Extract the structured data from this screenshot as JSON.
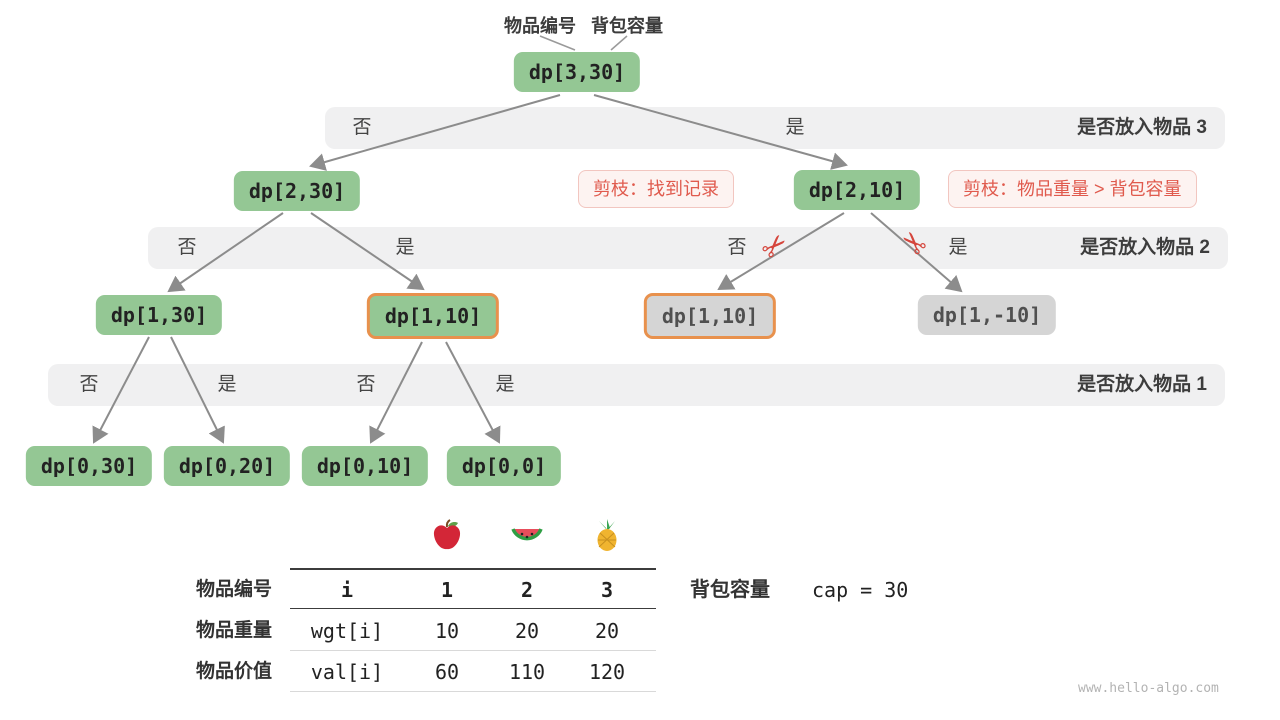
{
  "page": {
    "watermark": "www.hello-algo.com"
  },
  "colors": {
    "node_green": "#94c794",
    "node_gray": "#d5d5d5",
    "highlight_orange": "#e8914d",
    "prune_red": "#e05a4d",
    "band_gray": "#f0f0f1",
    "arrow_gray": "#8c8c8c"
  },
  "icons": {
    "scissors": "✂"
  },
  "pointers": {
    "item_index_label": "物品编号",
    "capacity_label": "背包容量"
  },
  "tree": {
    "root": {
      "label": "dp[3,30]"
    },
    "levels": {
      "l1": [
        {
          "label": "dp[2,30]"
        },
        {
          "label": "dp[2,10]"
        }
      ],
      "l2": [
        {
          "label": "dp[1,30]"
        },
        {
          "label": "dp[1,10]"
        },
        {
          "label": "dp[1,10]"
        },
        {
          "label": "dp[1,-10]"
        }
      ],
      "l3": [
        {
          "label": "dp[0,30]"
        },
        {
          "label": "dp[0,20]"
        },
        {
          "label": "dp[0,10]"
        },
        {
          "label": "dp[0,0]"
        }
      ]
    },
    "bands": [
      {
        "question": "是否放入物品 3",
        "choices": [
          "否",
          "是"
        ]
      },
      {
        "question": "是否放入物品 2",
        "choices": [
          "否",
          "是",
          "否",
          "是"
        ]
      },
      {
        "question": "是否放入物品 1",
        "choices": [
          "否",
          "是",
          "否",
          "是"
        ]
      }
    ],
    "prunes": [
      {
        "label": "剪枝：找到记录"
      },
      {
        "label": "剪枝：物品重量 > 背包容量"
      }
    ]
  },
  "table": {
    "fruits": [
      "apple",
      "watermelon",
      "pineapple"
    ],
    "rows": [
      {
        "header": "物品编号",
        "cells": [
          "i",
          "1",
          "2",
          "3"
        ]
      },
      {
        "header": "物品重量",
        "cells": [
          "wgt[i]",
          "10",
          "20",
          "20"
        ]
      },
      {
        "header": "物品价值",
        "cells": [
          "val[i]",
          "60",
          "110",
          "120"
        ]
      }
    ],
    "capacity": {
      "label": "背包容量",
      "value": "cap = 30"
    }
  }
}
